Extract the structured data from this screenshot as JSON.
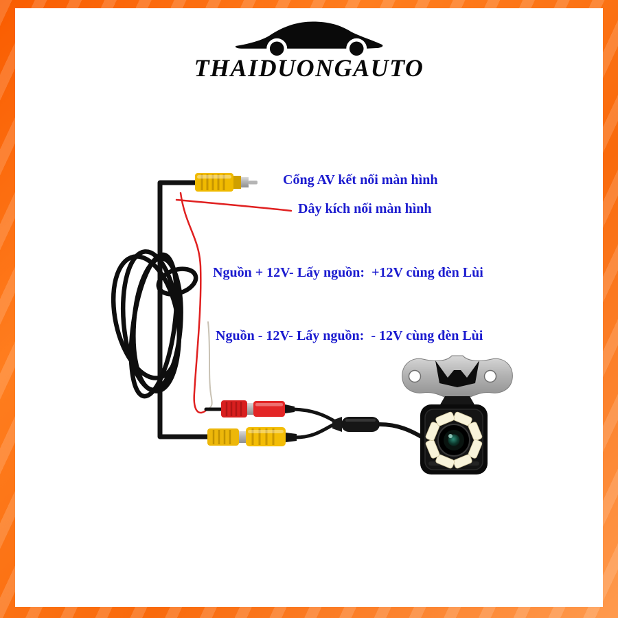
{
  "brand": {
    "logo_text": "THAIDUONGAUTO",
    "logo_icon": "car-silhouette-icon"
  },
  "diagram": {
    "labels": {
      "av_port": "Cổng AV kết nối màn hình",
      "trigger_wire": "Dây kích nối màn hình",
      "power_plus": "Nguồn + 12V- Lấy nguồn:  +12V cùng đèn Lùi",
      "power_minus": "Nguồn - 12V- Lấy nguồn:  - 12V cùng đèn Lùi"
    },
    "parts": [
      "av-plug-yellow",
      "trigger-wire-red",
      "video-cable",
      "video-cable-coil",
      "rca-red-connector-pair",
      "rca-yellow-connector-pair",
      "power-jack-connector",
      "camera-bracket",
      "rear-camera-led"
    ]
  },
  "colors": {
    "frame_orange": "#f96a0c",
    "label_blue": "#1b1bcf",
    "rca_yellow": "#f0ba00",
    "rca_red": "#e02020",
    "cable_black": "#131313",
    "bracket_gray": "#bdbdbd",
    "led_warm_white": "#f8f3da"
  }
}
